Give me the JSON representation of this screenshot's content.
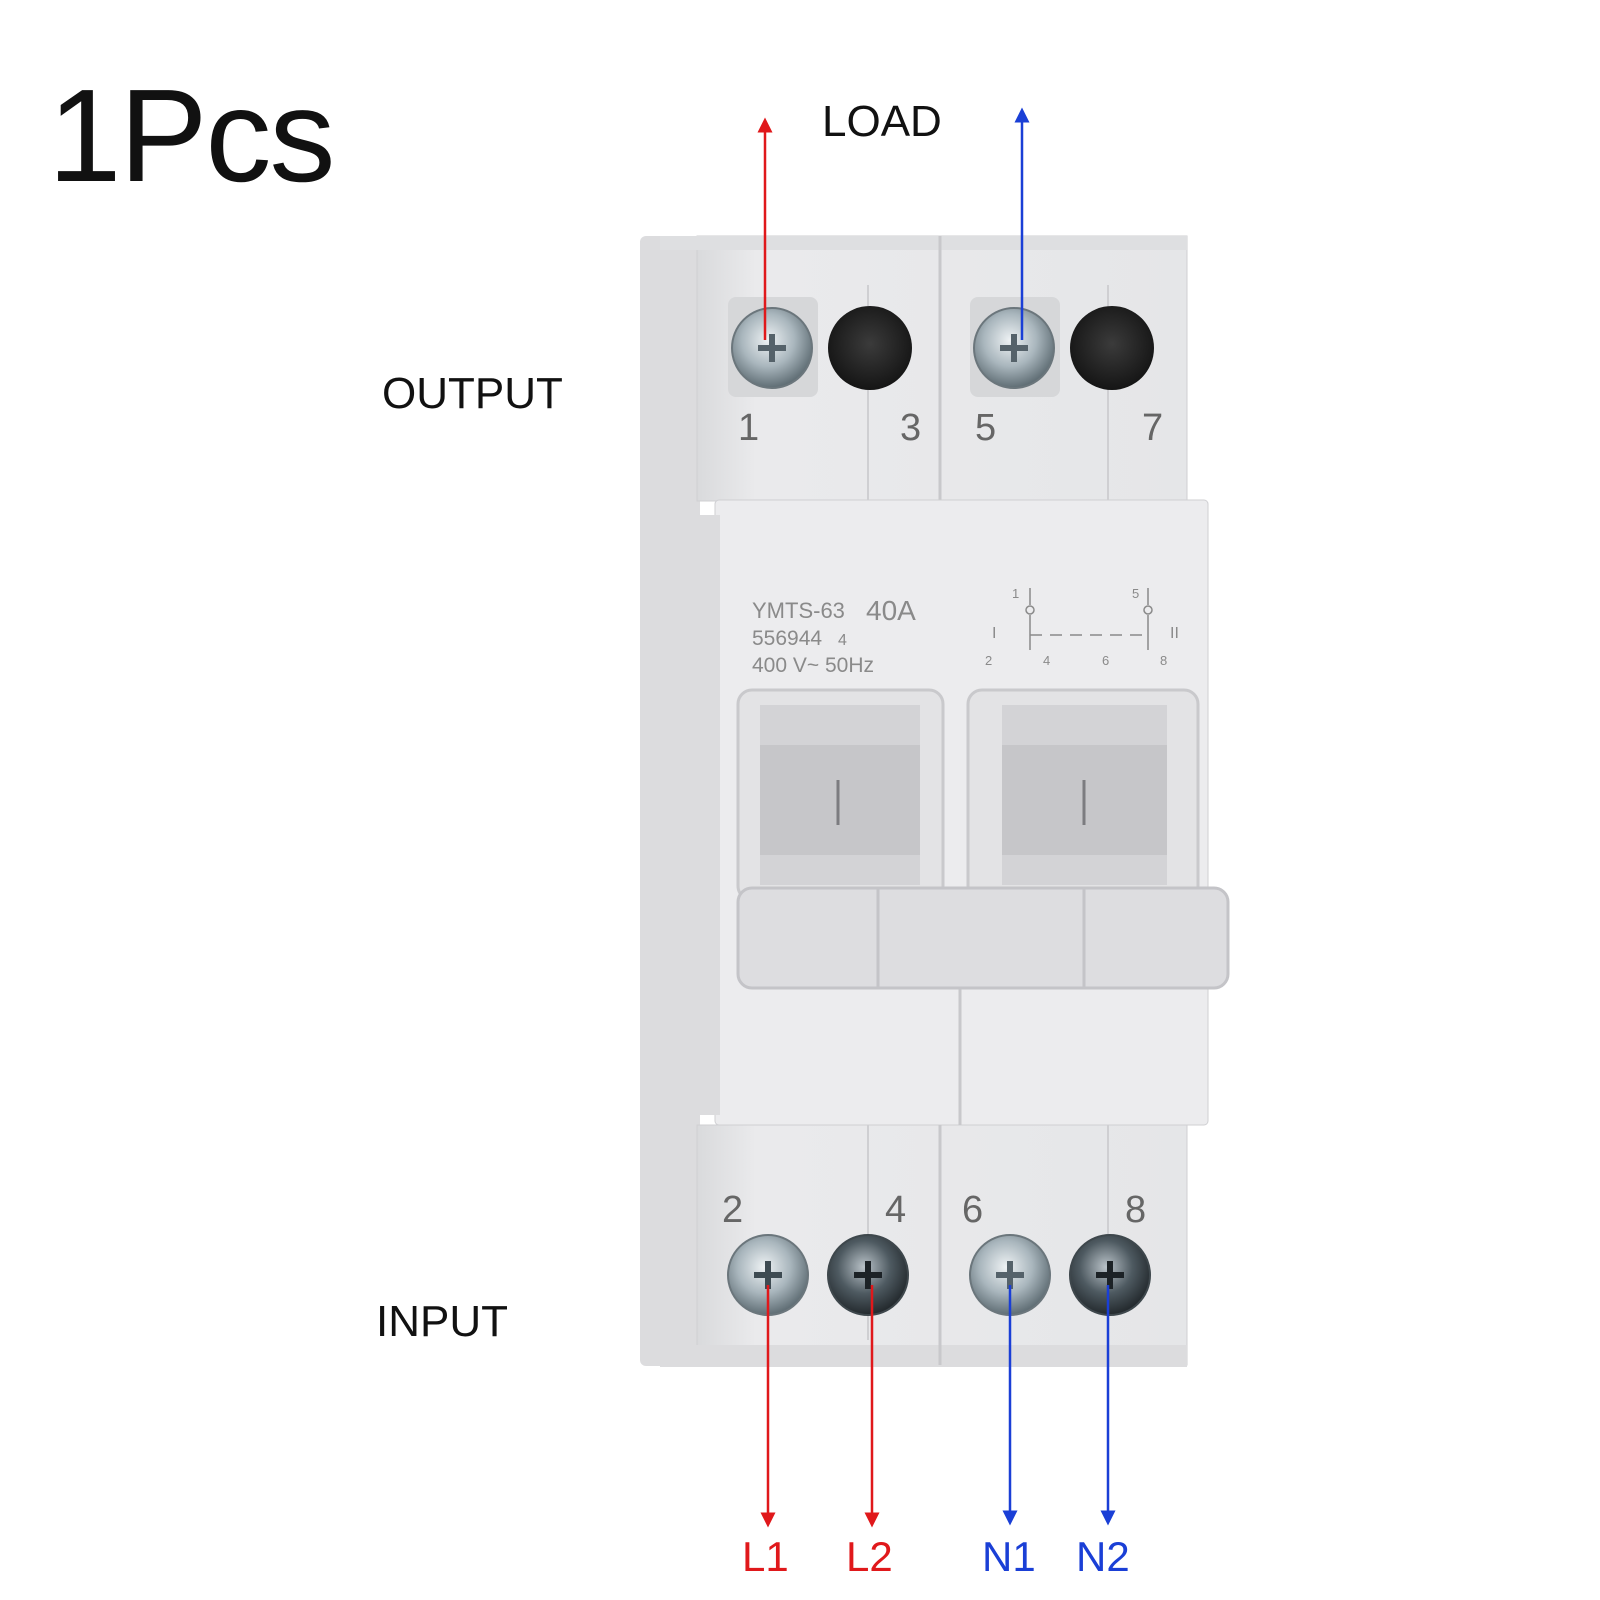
{
  "quantity_label": "1Pcs",
  "labels": {
    "load": "LOAD",
    "output": "OUTPUT",
    "input": "INPUT"
  },
  "device": {
    "model": "YMTS-63",
    "rating": "40A",
    "code": "556944",
    "code_suffix": "4",
    "voltage": "400 V~ 50Hz",
    "schematic": {
      "top_numbers": [
        "1",
        "5"
      ],
      "bottom_numbers": [
        "2",
        "4",
        "6",
        "8"
      ],
      "positions": [
        "I",
        "II"
      ]
    },
    "handle_marks": [
      "|",
      "|"
    ]
  },
  "terminals": {
    "top": [
      "1",
      "3",
      "5",
      "7"
    ],
    "bottom": [
      "2",
      "4",
      "6",
      "8"
    ]
  },
  "phases": [
    {
      "label": "L1",
      "color": "#e0181b"
    },
    {
      "label": "L2",
      "color": "#e0181b"
    },
    {
      "label": "N1",
      "color": "#1a3fd6"
    },
    {
      "label": "N2",
      "color": "#1a3fd6"
    }
  ],
  "colors": {
    "line": "#e0181b",
    "neutral": "#1a3fd6",
    "housing": "#e7e7e9"
  }
}
